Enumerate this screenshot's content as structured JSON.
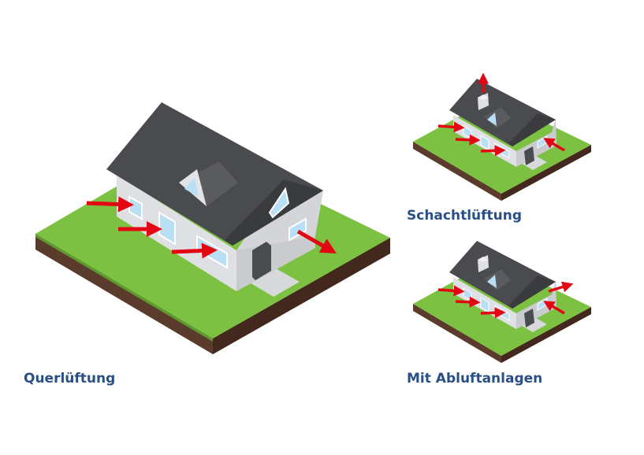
{
  "captions": {
    "cross_ventilation": "Querlüftung",
    "shaft_ventilation": "Schachtlüftung",
    "exhaust_systems": "Mit Abluftanlagen"
  },
  "colors": {
    "grass": "#7cc142",
    "grass_edge": "#5e9a2d",
    "soil": "#5b3b2b",
    "soil_dark": "#43291d",
    "wall": "#dfe0e3",
    "wall_shade": "#c6c8cc",
    "roof": "#4a4b4e",
    "roof_dark": "#363739",
    "window": "#b9dff5",
    "arrow": "#e30613",
    "caption": "#2a4f85"
  }
}
